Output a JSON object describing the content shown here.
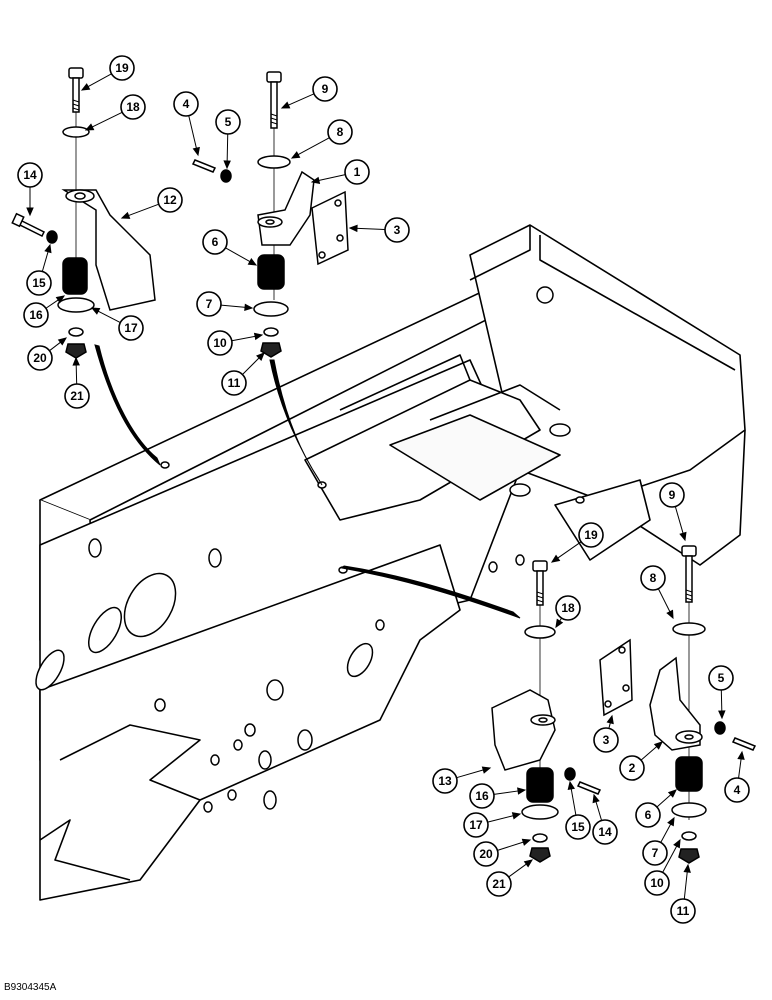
{
  "figure_code": "B9304345A",
  "callouts": [
    {
      "label": "19"
    },
    {
      "label": "18"
    },
    {
      "label": "14"
    },
    {
      "label": "12"
    },
    {
      "label": "15"
    },
    {
      "label": "16"
    },
    {
      "label": "17"
    },
    {
      "label": "20"
    },
    {
      "label": "21"
    },
    {
      "label": "9"
    },
    {
      "label": "4"
    },
    {
      "label": "5"
    },
    {
      "label": "8"
    },
    {
      "label": "1"
    },
    {
      "label": "3"
    },
    {
      "label": "6"
    },
    {
      "label": "7"
    },
    {
      "label": "10"
    },
    {
      "label": "11"
    },
    {
      "label": "9"
    },
    {
      "label": "19"
    },
    {
      "label": "8"
    },
    {
      "label": "18"
    },
    {
      "label": "5"
    },
    {
      "label": "3"
    },
    {
      "label": "2"
    },
    {
      "label": "4"
    },
    {
      "label": "13"
    },
    {
      "label": "16"
    },
    {
      "label": "15"
    },
    {
      "label": "14"
    },
    {
      "label": "6"
    },
    {
      "label": "17"
    },
    {
      "label": "7"
    },
    {
      "label": "20"
    },
    {
      "label": "10"
    },
    {
      "label": "21"
    },
    {
      "label": "11"
    }
  ]
}
